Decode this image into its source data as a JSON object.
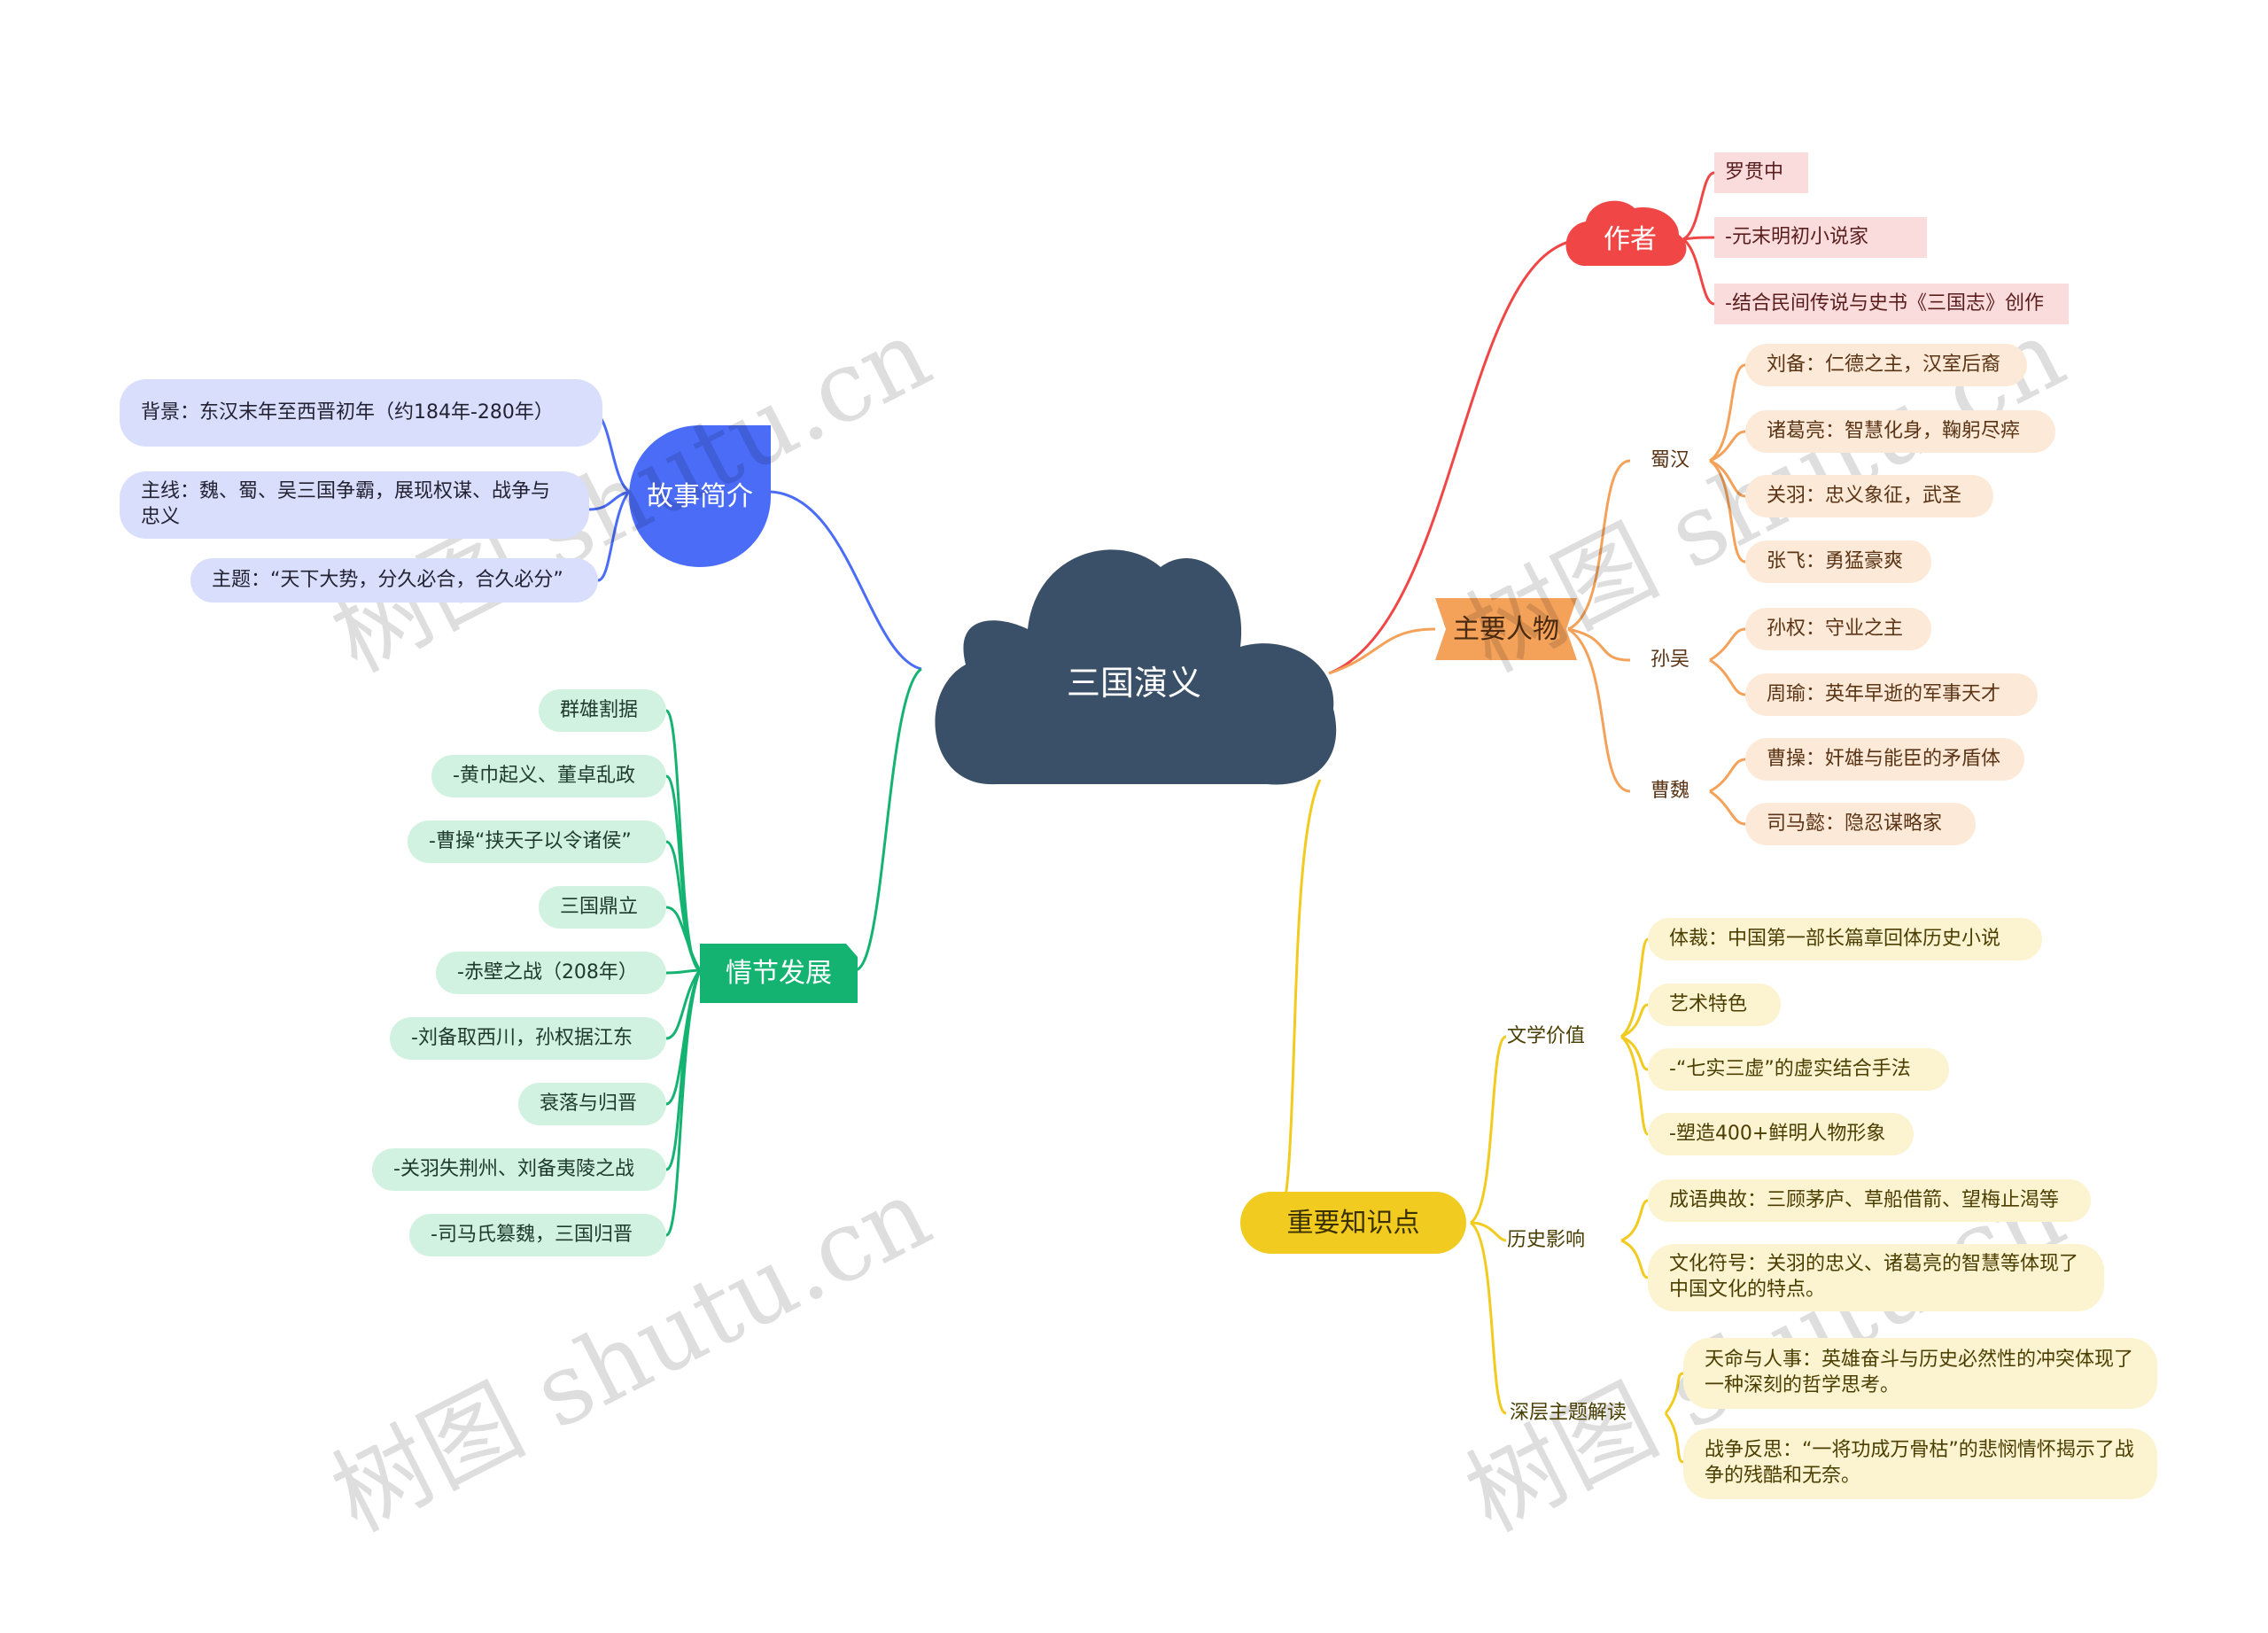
{
  "center": {
    "title": "三国演义"
  },
  "colors": {
    "center": "#3a5068",
    "story": "#4a6cf7",
    "plot": "#15b372",
    "author": "#f04646",
    "characters": "#f4a25a",
    "knowledge": "#f1cb1f"
  },
  "story": {
    "label": "故事简介",
    "items": [
      "背景：东汉末年至西晋初年（约184年-280年）",
      "主线：魏、蜀、吴三国争霸，展现权谋、战争与忠义",
      "主题：“天下大势，分久必合，合久必分”"
    ]
  },
  "plot": {
    "label": "情节发展",
    "items": [
      "群雄割据",
      "-黄巾起义、董卓乱政",
      "-曹操“挟天子以令诸侯”",
      "三国鼎立",
      "-赤壁之战（208年）",
      "-刘备取西川，孙权据江东",
      "衰落与归晋",
      "-关羽失荆州、刘备夷陵之战",
      "-司马氏篡魏，三国归晋"
    ]
  },
  "author": {
    "label": "作者",
    "items": [
      "罗贯中",
      "-元末明初小说家",
      "-结合民间传说与史书《三国志》创作"
    ]
  },
  "characters": {
    "label": "主要人物",
    "groups": [
      {
        "name": "蜀汉",
        "items": [
          "刘备：仁德之主，汉室后裔",
          "诸葛亮：智慧化身，鞠躬尽瘁",
          "关羽：忠义象征，武圣",
          "张飞：勇猛豪爽"
        ]
      },
      {
        "name": "孙吴",
        "items": [
          "孙权：守业之主",
          "周瑜：英年早逝的军事天才"
        ]
      },
      {
        "name": "曹魏",
        "items": [
          "曹操：奸雄与能臣的矛盾体",
          "司马懿：隐忍谋略家"
        ]
      }
    ]
  },
  "knowledge": {
    "label": "重要知识点",
    "groups": [
      {
        "name": "文学价值",
        "items": [
          "体裁：中国第一部长篇章回体历史小说",
          "艺术特色",
          "-“七实三虚”的虚实结合手法",
          "-塑造400+鲜明人物形象"
        ]
      },
      {
        "name": "历史影响",
        "items": [
          "成语典故：三顾茅庐、草船借箭、望梅止渴等",
          "文化符号：关羽的忠义、诸葛亮的智慧等体现了中国文化的特点。"
        ]
      },
      {
        "name": "深层主题解读",
        "items": [
          "天命与人事：英雄奋斗与历史必然性的冲突体现了一种深刻的哲学思考。",
          "战争反思：“一将功成万骨枯”的悲悯情怀揭示了战争的残酷和无奈。"
        ]
      }
    ]
  },
  "watermark": "树图 shutu.cn"
}
